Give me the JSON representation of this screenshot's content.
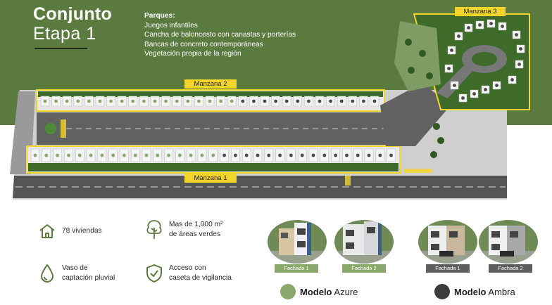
{
  "header": {
    "title_bold": "Conjunto",
    "title_light": "Etapa 1"
  },
  "parques": {
    "heading": "Parques:",
    "items": [
      "Juegos infantiles",
      "Cancha de baloncesto con canastas y porterías",
      "Bancas de concreto contemporáneas",
      "Vegetación propia de la región"
    ]
  },
  "plan": {
    "manzana_1": "Manzana 1",
    "manzana_2": "Manzana 2",
    "manzana_3": "Manzana 3"
  },
  "features": [
    {
      "icon": "house-icon",
      "line1": "78 viviendas",
      "line2": ""
    },
    {
      "icon": "tree-icon",
      "line1": "Mas de 1,000 m²",
      "line2": "de áreas verdes"
    },
    {
      "icon": "water-drop-icon",
      "line1": "Vaso de",
      "line2": "captación pluvial"
    },
    {
      "icon": "shield-check-icon",
      "line1": "Acceso con",
      "line2": "caseta de vigilancia"
    }
  ],
  "models": {
    "azure": {
      "label_bold": "Modelo",
      "label_light": "Azure",
      "color": "#8aa86b",
      "fachada_1": "Fachada 1",
      "fachada_2": "Fachada 2"
    },
    "ambra": {
      "label_bold": "Modelo",
      "label_light": "Ambra",
      "color": "#3c3c3c",
      "fachada_1": "Fachada 1",
      "fachada_2": "Fachada 2"
    }
  },
  "colors": {
    "hero_green": "#5b7a40",
    "accent_yellow": "#f3d42a",
    "icon_green": "#5b7a40"
  }
}
